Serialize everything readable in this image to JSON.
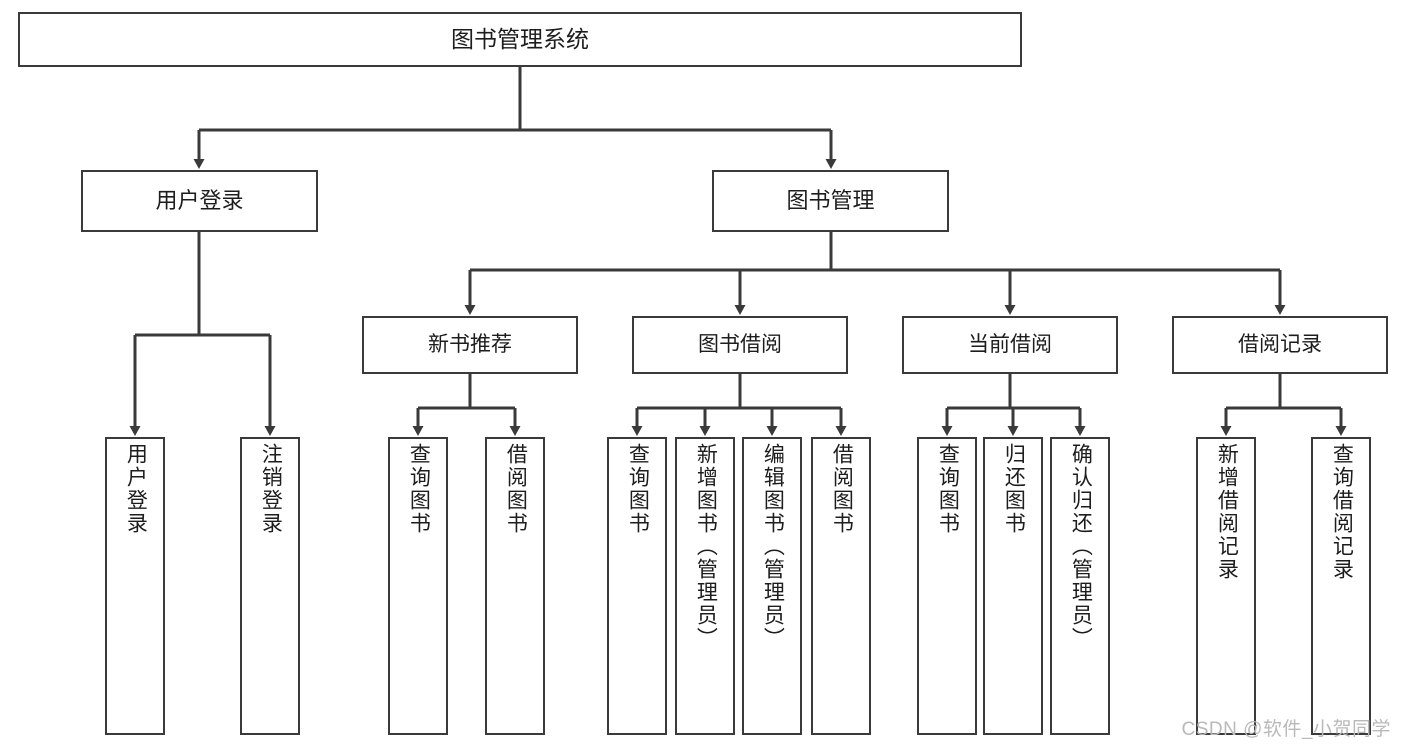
{
  "diagram": {
    "title": "图书管理系统",
    "type": "tree-hierarchy-chart",
    "orientation": "top-down",
    "colors": {
      "box_border": "#3a3a3a",
      "box_fill": "#ffffff",
      "connector": "#3a3a3a",
      "text": "#1d1d1d",
      "watermark": "#b9b9b9",
      "background": "#ffffff"
    }
  },
  "root": {
    "label": "图书管理系统"
  },
  "level2": [
    {
      "label": "用户登录"
    },
    {
      "label": "图书管理"
    }
  ],
  "level3": [
    {
      "label": "新书推荐"
    },
    {
      "label": "图书借阅"
    },
    {
      "label": "当前借阅"
    },
    {
      "label": "借阅记录"
    }
  ],
  "leaves": {
    "user_login": [
      {
        "label": "用户登录"
      },
      {
        "label": "注销登录"
      }
    ],
    "new_book_recommend": [
      {
        "label": "查询图书"
      },
      {
        "label": "借阅图书"
      }
    ],
    "book_borrow": [
      {
        "label": "查询图书"
      },
      {
        "label": "新增图书（管理员）"
      },
      {
        "label": "编辑图书（管理员）"
      },
      {
        "label": "借阅图书"
      }
    ],
    "current_borrow": [
      {
        "label": "查询图书"
      },
      {
        "label": "归还图书"
      },
      {
        "label": "确认归还（管理员）"
      }
    ],
    "borrow_record": [
      {
        "label": "新增借阅记录"
      },
      {
        "label": "查询借阅记录"
      }
    ]
  },
  "watermark": {
    "text": "CSDN @软件_小贺同学"
  }
}
